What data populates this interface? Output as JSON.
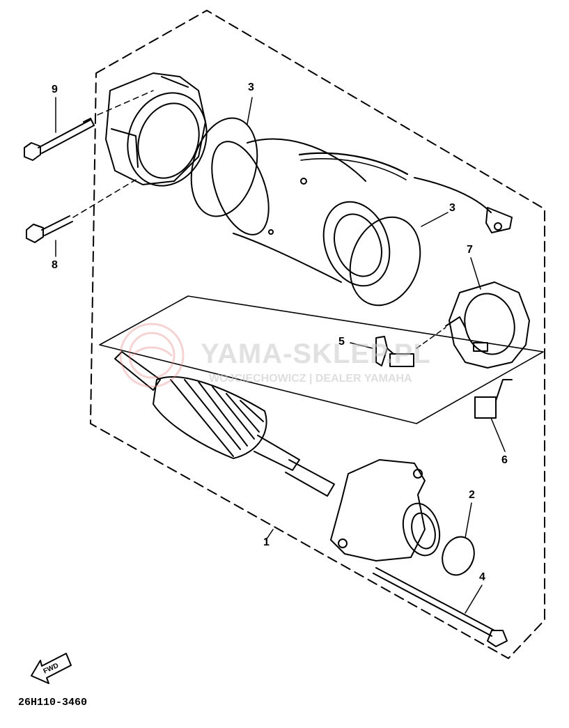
{
  "diagram": {
    "part_code": "26H110-3460",
    "fwd_label": "FWD",
    "watermark": {
      "title": "YAMA-SKLEP.PL",
      "subtitle": "WOJCIECHOWICZ | DEALER YAMAHA"
    },
    "callouts": {
      "c1": "1",
      "c2": "2",
      "c3a": "3",
      "c3b": "3",
      "c4": "4",
      "c5": "5",
      "c6": "6",
      "c7": "7",
      "c8": "8",
      "c9": "9"
    }
  }
}
